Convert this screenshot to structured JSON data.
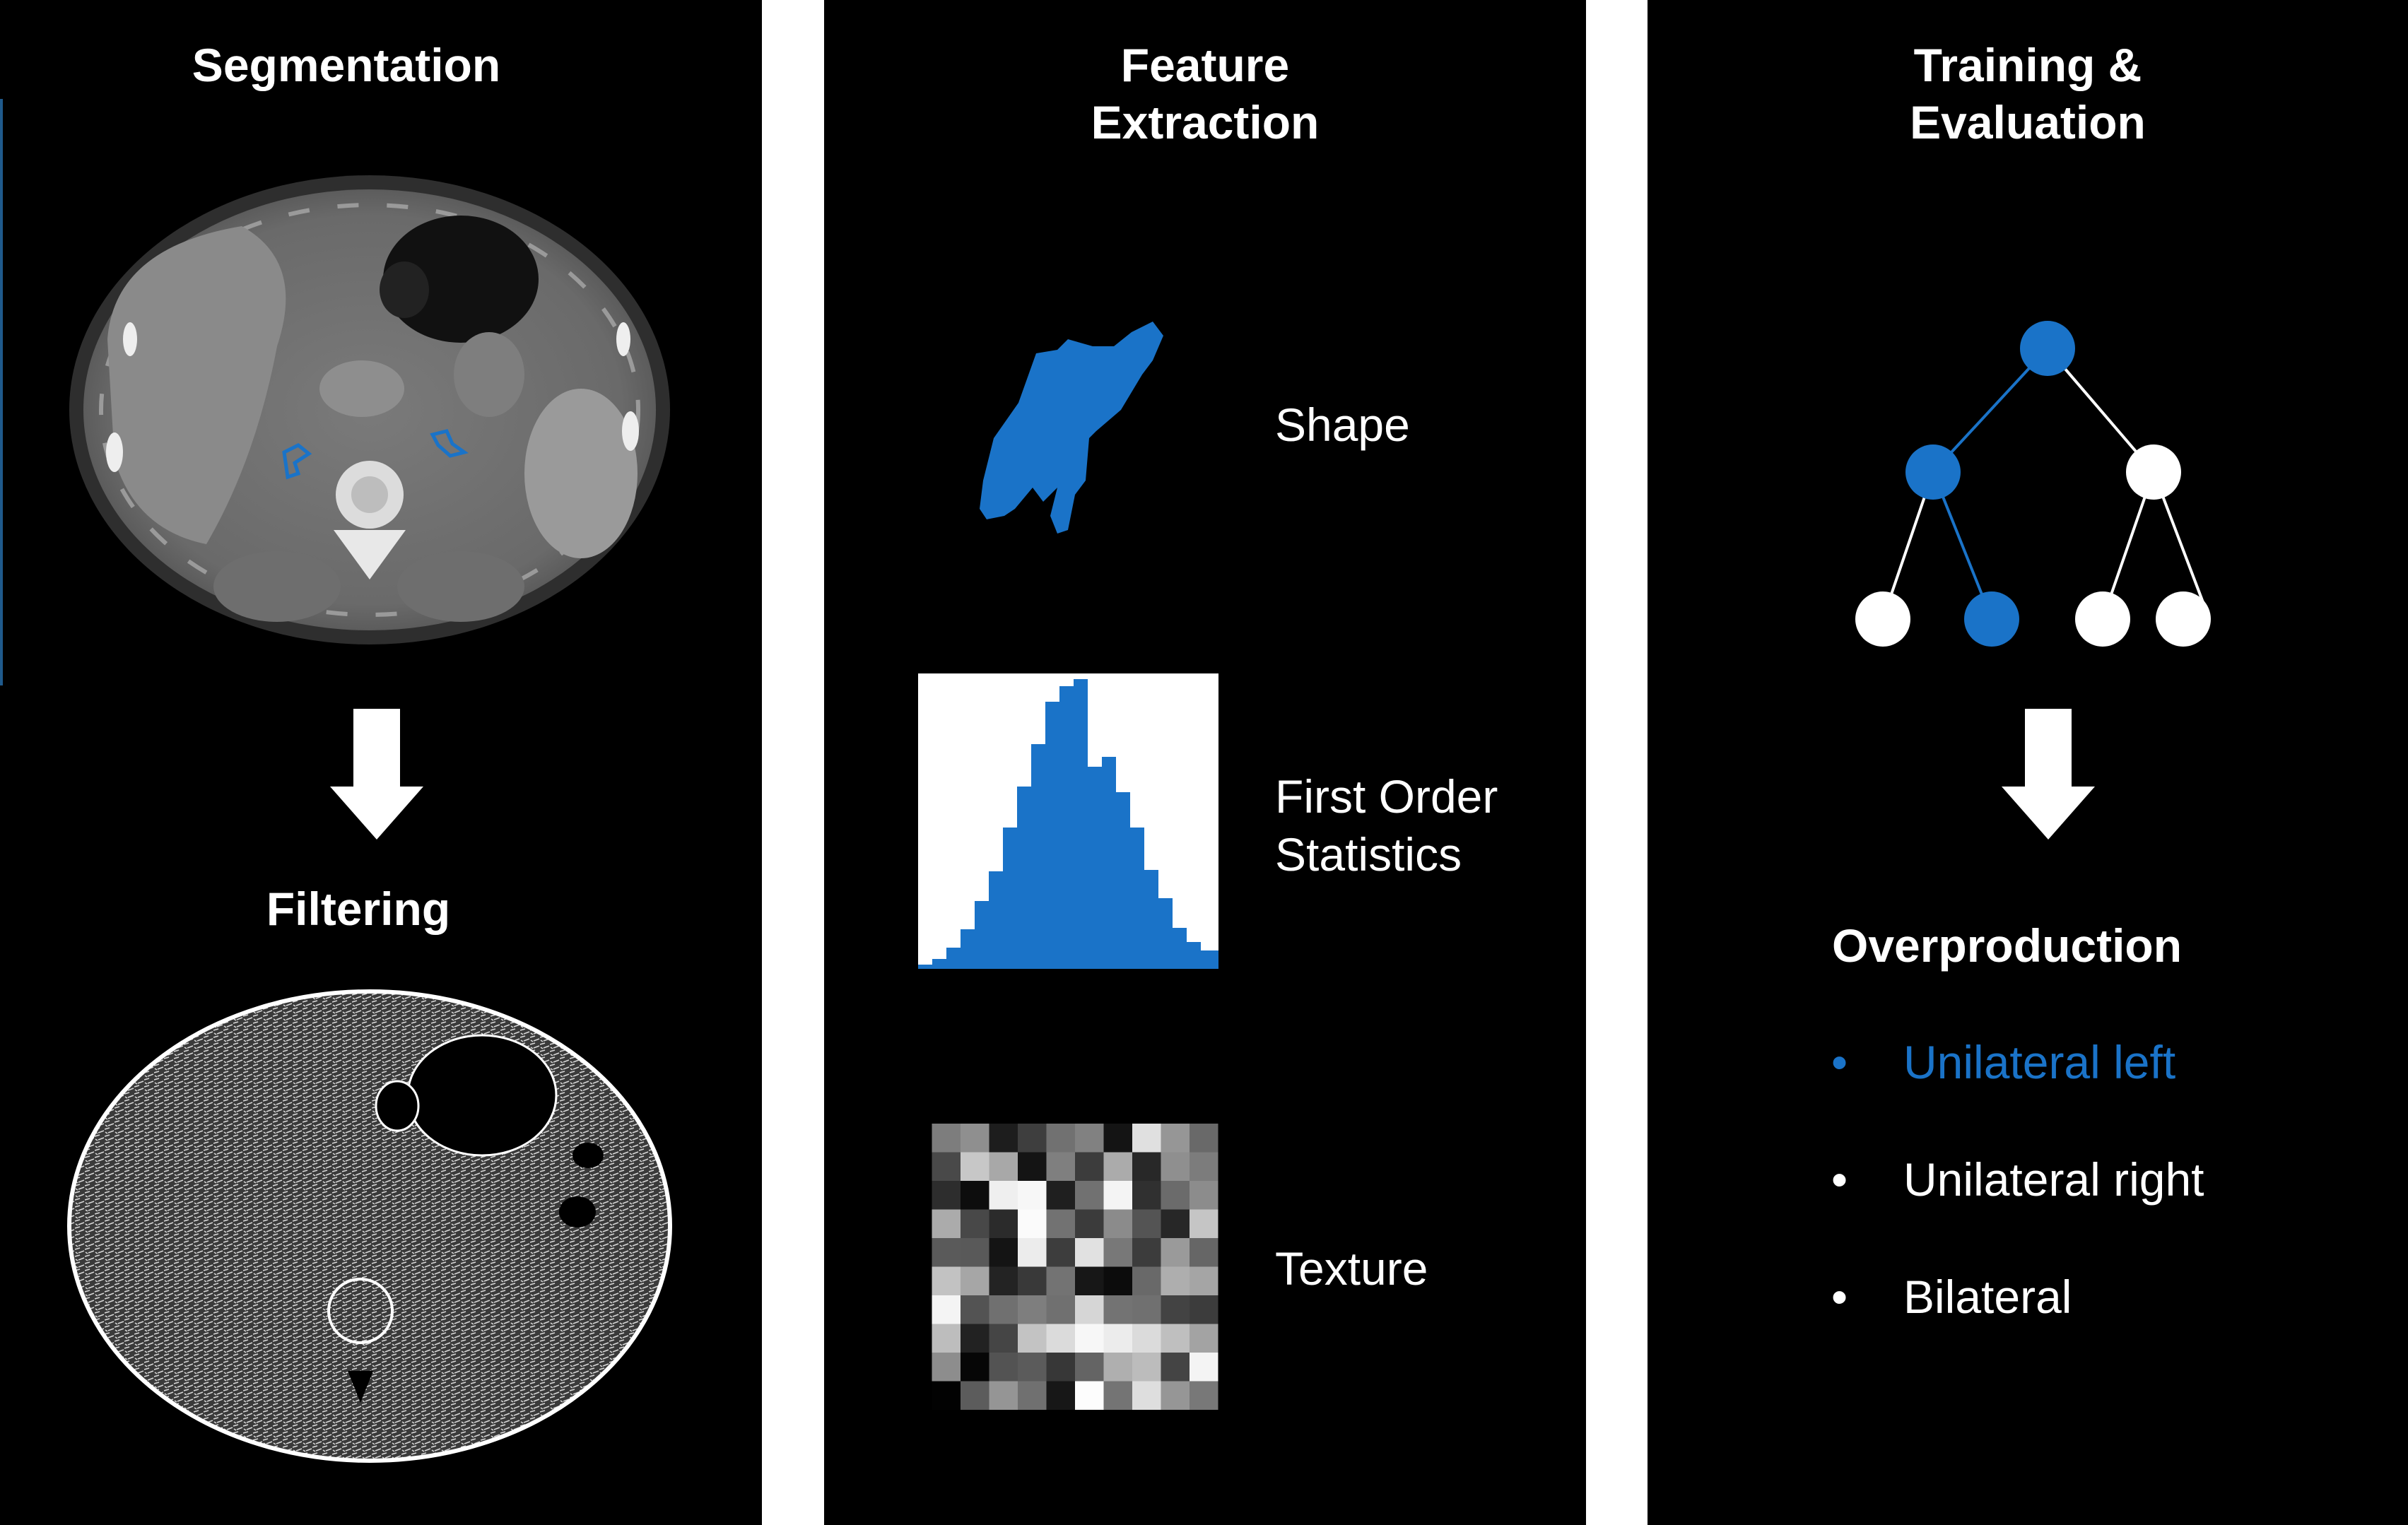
{
  "colors": {
    "background": "#000000",
    "text": "#ffffff",
    "accent": "#1a73c8"
  },
  "panels": [
    {
      "title": "Segmentation",
      "subtitle": "Filtering"
    },
    {
      "title_line1": "Feature",
      "title_line2": "Extraction",
      "features": [
        {
          "label": "Shape",
          "icon": "shape-mask-icon"
        },
        {
          "label_line1": "First Order",
          "label_line2": "Statistics",
          "icon": "histogram-icon"
        },
        {
          "label": "Texture",
          "icon": "texture-grid-icon"
        }
      ]
    },
    {
      "title_line1": "Training &",
      "title_line2": "Evaluation",
      "subtitle": "Overproduction",
      "classes": [
        {
          "label": "Unilateral left",
          "color": "#1a73c8"
        },
        {
          "label": "Unilateral right",
          "color": "#ffffff"
        },
        {
          "label": "Bilateral",
          "color": "#ffffff"
        }
      ],
      "bullet": "•"
    }
  ]
}
